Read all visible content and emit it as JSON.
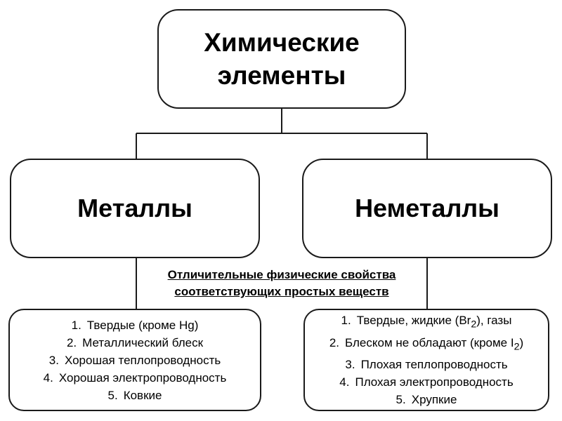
{
  "root": {
    "line1": "Химические",
    "line2": "элементы"
  },
  "categories": {
    "metals": "Металлы",
    "nonmetals": "Неметаллы"
  },
  "caption": {
    "line1": "Отличительные физические свойства",
    "line2": "соответствующих простых веществ"
  },
  "metals_props": [
    {
      "num": "1.",
      "text": "Твердые (кроме Hg)"
    },
    {
      "num": "2.",
      "text": "Металлический блеск"
    },
    {
      "num": "3.",
      "text": "Хорошая теплопроводность"
    },
    {
      "num": "4.",
      "text": "Хорошая электропроводность"
    },
    {
      "num": "5.",
      "text": "Ковкие"
    }
  ],
  "nonmetals_props": [
    {
      "num": "1.",
      "pre": "Твердые, жидкие (Br",
      "sub": "2",
      "post": "), газы"
    },
    {
      "num": "2.",
      "pre": "Блеском не обладают (кроме I",
      "sub": "2",
      "post": ")"
    },
    {
      "num": "3.",
      "pre": "Плохая теплопроводность",
      "sub": "",
      "post": ""
    },
    {
      "num": "4.",
      "pre": "Плохая электропроводность",
      "sub": "",
      "post": ""
    },
    {
      "num": "5.",
      "pre": "Хрупкие",
      "sub": "",
      "post": ""
    }
  ]
}
